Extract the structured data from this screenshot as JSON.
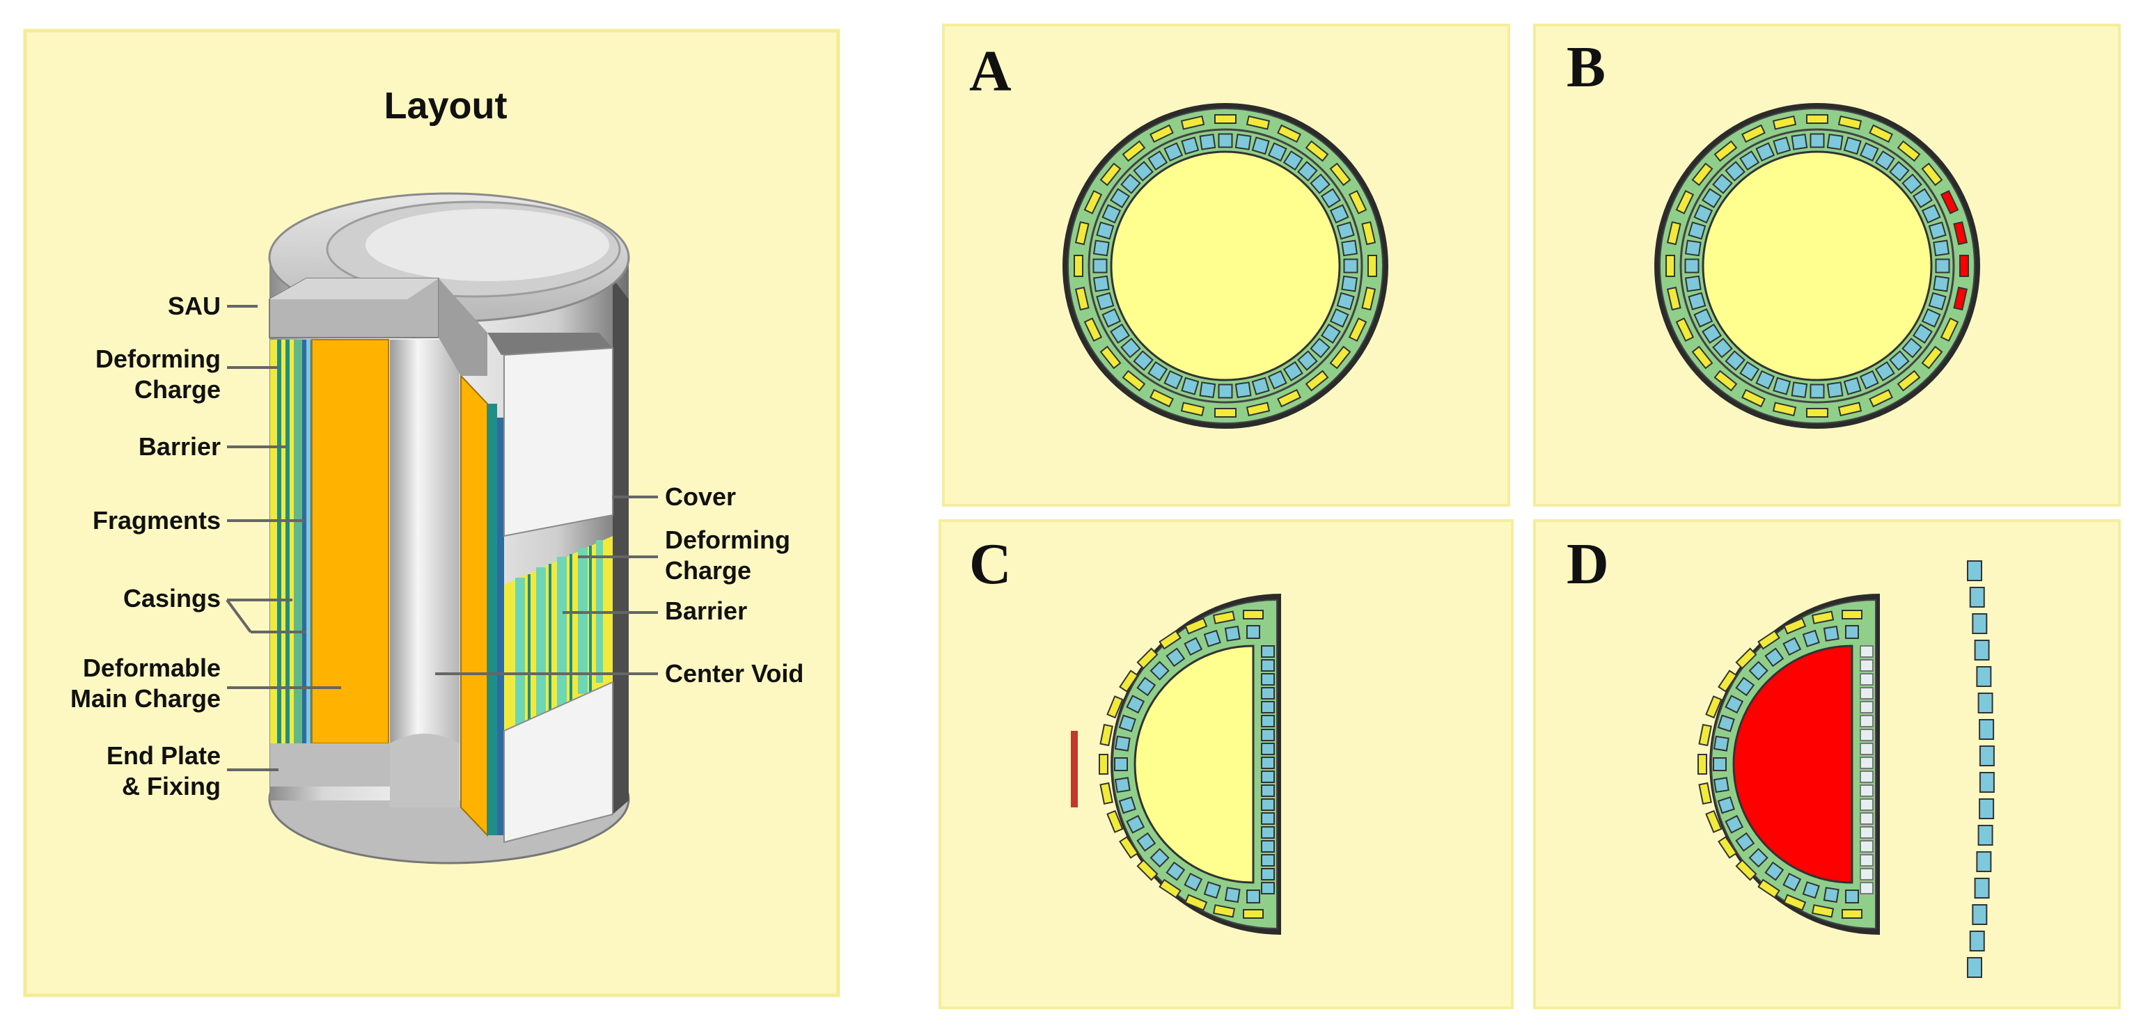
{
  "layout_panel": {
    "title": "Layout",
    "labels_left": {
      "sau": "SAU",
      "deforming_charge_1": "Deforming",
      "deforming_charge_2": "Charge",
      "barrier": "Barrier",
      "fragments": "Fragments",
      "casings": "Casings",
      "deformable_main_charge_1": "Deformable",
      "deformable_main_charge_2": "Main Charge",
      "end_plate_1": "End Plate",
      "end_plate_2": "& Fixing"
    },
    "labels_right": {
      "cover": "Cover",
      "deforming_charge_1": "Deforming",
      "deforming_charge_2": "Charge",
      "barrier": "Barrier",
      "center_void": "Center Void"
    }
  },
  "stage_panels": [
    {
      "letter": "A"
    },
    {
      "letter": "B"
    },
    {
      "letter": "C"
    },
    {
      "letter": "D"
    }
  ],
  "colors": {
    "panel_bg": "#fdf8c2",
    "panel_border": "#f5ee9c",
    "main_charge": "#ffff90",
    "detonated": "#ff0000",
    "ring_green": "#8fcf8a",
    "fragment_blue": "#7ec8dc",
    "charge_yellow": "#f2ea3a",
    "orange": "#ffb300",
    "teal": "#1d8f88"
  },
  "icons": [
    "warhead-cutaway-icon"
  ]
}
